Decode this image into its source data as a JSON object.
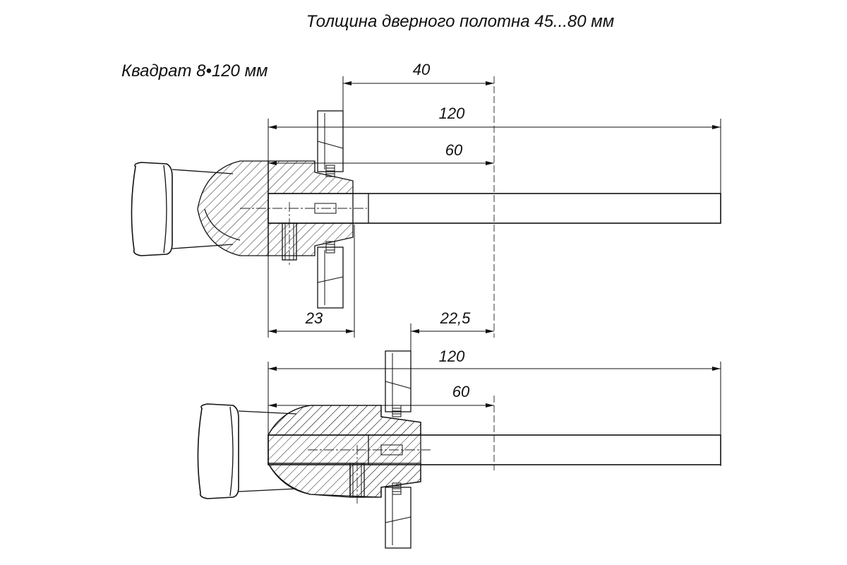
{
  "title": "Толщина дверного полотна 45...80 мм",
  "spindle_label": "Квадрат 8•120 мм",
  "top_view": {
    "dim_40": "40",
    "dim_120": "120",
    "dim_60": "60",
    "dim_23": "23",
    "dim_22_5": "22,5"
  },
  "bottom_view": {
    "dim_120": "120",
    "dim_60": "60"
  }
}
